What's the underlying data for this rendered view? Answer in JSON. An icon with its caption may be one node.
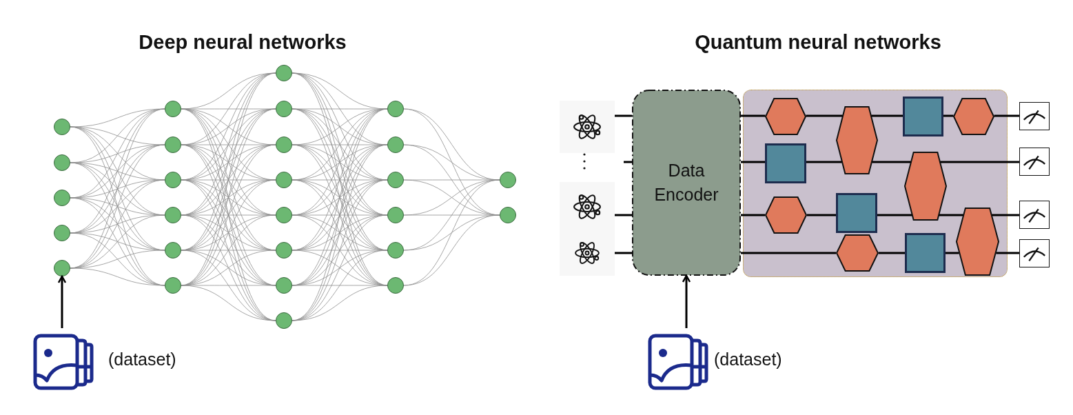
{
  "diagram": {
    "nodes": [
      {
        "text": [],
        "shape": "picture",
        "beside": [
          "(dataset)"
        ]
      },
      {
        "text": [],
        "shape": "circle"
      },
      {
        "text": [],
        "shape": "circle"
      },
      {
        "text": [],
        "shape": "circle"
      },
      {
        "text": [],
        "shape": "circle"
      },
      {
        "text": [],
        "shape": "circle"
      },
      {
        "text": [],
        "shape": "circle"
      },
      {
        "text": [],
        "shape": "circle"
      },
      {
        "text": [],
        "shape": "circle"
      },
      {
        "text": [],
        "shape": "circle"
      },
      {
        "text": [],
        "shape": "circle"
      },
      {
        "text": [],
        "shape": "circle"
      },
      {
        "text": [],
        "shape": "circle"
      },
      {
        "text": [],
        "shape": "circle"
      },
      {
        "text": [],
        "shape": "circle"
      },
      {
        "text": [],
        "shape": "circle"
      },
      {
        "text": [],
        "shape": "circle"
      },
      {
        "text": [],
        "shape": "circle"
      },
      {
        "text": [],
        "shape": "circle"
      },
      {
        "text": [],
        "shape": "circle"
      },
      {
        "text": [],
        "shape": "circle"
      },
      {
        "text": [],
        "shape": "circle"
      },
      {
        "text": [],
        "shape": "circle"
      },
      {
        "text": [],
        "shape": "circle"
      },
      {
        "text": [],
        "shape": "circle"
      },
      {
        "text": [],
        "shape": "circle"
      },
      {
        "text": [],
        "shape": "circle"
      },
      {
        "text": [],
        "shape": "circle"
      },
      {
        "text": [],
        "shape": "atom"
      },
      {
        "text": [],
        "shape": "atom"
      },
      {
        "text": [],
        "shape": "atom"
      },
      {
        "text": [
          "Data Encoder"
        ]
      },
      {
        "text": [],
        "shape": "box"
      },
      {
        "text": [],
        "shape": "hexagon",
        "in": 32
      },
      {
        "text": [],
        "shape": "box",
        "in": 32
      },
      {
        "text": [],
        "shape": "hexagon",
        "in": 32
      },
      {
        "text": [],
        "shape": "hexagon",
        "in": 32
      },
      {
        "text": [],
        "shape": "box",
        "in": 32
      },
      {
        "text": [],
        "shape": "hexagon",
        "in": 32
      },
      {
        "text": [],
        "shape": "box",
        "in": 32
      },
      {
        "text": [],
        "shape": "hexagon",
        "in": 32
      },
      {
        "text": [],
        "shape": "box",
        "in": 32
      },
      {
        "text": [],
        "shape": "hexagon",
        "in": 32
      },
      {
        "text": [],
        "shape": "hexagon",
        "in": 32
      },
      {
        "text": [],
        "shape": "meter"
      },
      {
        "text": [],
        "shape": "meter"
      },
      {
        "text": [],
        "shape": "meter"
      },
      {
        "text": [],
        "shape": "meter"
      },
      {
        "text": [],
        "shape": "picture",
        "beside": [
          "(dataset)"
        ]
      }
    ],
    "edges": [
      {
        "from": 0,
        "to": 5,
        "arrow": "to",
        "color": "#000000"
      },
      {
        "from": 48,
        "to": 31,
        "arrow": "to",
        "color": "#000000"
      },
      {
        "from": 28,
        "to": 31,
        "arrow": "none",
        "color": "#000000"
      },
      {
        "from": 31,
        "to": 33,
        "arrow": "none",
        "color": "#000000"
      },
      {
        "from": 33,
        "to": 36,
        "arrow": "none",
        "color": "#000000"
      },
      {
        "from": 36,
        "to": 39,
        "arrow": "none",
        "color": "#000000"
      },
      {
        "from": 39,
        "to": 42,
        "arrow": "none",
        "color": "#000000"
      },
      {
        "from": 42,
        "to": 44,
        "arrow": "none",
        "color": "#000000"
      },
      {
        "from": null,
        "to": 31,
        "arrow": "none",
        "color": "#000000"
      },
      {
        "from": 31,
        "to": 34,
        "arrow": "none",
        "color": "#000000"
      },
      {
        "from": 34,
        "to": 36,
        "arrow": "none",
        "color": "#000000"
      },
      {
        "from": 36,
        "to": 40,
        "arrow": "none",
        "color": "#000000"
      },
      {
        "from": 40,
        "to": 45,
        "arrow": "none",
        "color": "#000000"
      },
      {
        "from": 29,
        "to": 31,
        "arrow": "none",
        "color": "#000000"
      },
      {
        "from": 31,
        "to": 35,
        "arrow": "none",
        "color": "#000000"
      },
      {
        "from": 35,
        "to": 37,
        "arrow": "none",
        "color": "#000000"
      },
      {
        "from": 37,
        "to": 40,
        "arrow": "none",
        "color": "#000000"
      },
      {
        "from": 40,
        "to": 43,
        "arrow": "none",
        "color": "#000000"
      },
      {
        "from": 43,
        "to": 46,
        "arrow": "none",
        "color": "#000000"
      },
      {
        "from": 30,
        "to": 31,
        "arrow": "none",
        "color": "#000000"
      },
      {
        "from": 31,
        "to": 38,
        "arrow": "none",
        "color": "#000000"
      },
      {
        "from": 38,
        "to": 41,
        "arrow": "none",
        "color": "#000000"
      },
      {
        "from": 41,
        "to": 43,
        "arrow": "none",
        "color": "#000000"
      },
      {
        "from": 43,
        "to": 47,
        "arrow": "none",
        "color": "#000000"
      },
      {
        "from": 1,
        "to": 6,
        "arrow": "none"
      },
      {
        "from": 1,
        "to": 7,
        "arrow": "none"
      },
      {
        "from": 1,
        "to": 8,
        "arrow": "none"
      },
      {
        "from": 1,
        "to": 9,
        "arrow": "none"
      },
      {
        "from": 1,
        "to": 10,
        "arrow": "none"
      },
      {
        "from": 1,
        "to": 11,
        "arrow": "none"
      },
      {
        "from": 2,
        "to": 6,
        "arrow": "none"
      },
      {
        "from": 2,
        "to": 7,
        "arrow": "none"
      },
      {
        "from": 2,
        "to": 8,
        "arrow": "none"
      },
      {
        "from": 2,
        "to": 9,
        "arrow": "none"
      },
      {
        "from": 2,
        "to": 10,
        "arrow": "none"
      },
      {
        "from": 2,
        "to": 11,
        "arrow": "none"
      },
      {
        "from": 3,
        "to": 6,
        "arrow": "none"
      },
      {
        "from": 3,
        "to": 7,
        "arrow": "none"
      },
      {
        "from": 3,
        "to": 8,
        "arrow": "none"
      },
      {
        "from": 3,
        "to": 9,
        "arrow": "none"
      },
      {
        "from": 3,
        "to": 10,
        "arrow": "none"
      },
      {
        "from": 3,
        "to": 11,
        "arrow": "none"
      },
      {
        "from": 4,
        "to": 6,
        "arrow": "none"
      },
      {
        "from": 4,
        "to": 7,
        "arrow": "none"
      },
      {
        "from": 4,
        "to": 8,
        "arrow": "none"
      },
      {
        "from": 4,
        "to": 9,
        "arrow": "none"
      },
      {
        "from": 4,
        "to": 10,
        "arrow": "none"
      },
      {
        "from": 4,
        "to": 11,
        "arrow": "none"
      },
      {
        "from": 5,
        "to": 6,
        "arrow": "none"
      },
      {
        "from": 5,
        "to": 7,
        "arrow": "none"
      },
      {
        "from": 5,
        "to": 8,
        "arrow": "none"
      },
      {
        "from": 5,
        "to": 9,
        "arrow": "none"
      },
      {
        "from": 5,
        "to": 10,
        "arrow": "none"
      },
      {
        "from": 5,
        "to": 11,
        "arrow": "none"
      },
      {
        "from": 6,
        "to": 12,
        "arrow": "none"
      },
      {
        "from": 6,
        "to": 13,
        "arrow": "none"
      },
      {
        "from": 6,
        "to": 14,
        "arrow": "none"
      },
      {
        "from": 6,
        "to": 15,
        "arrow": "none"
      },
      {
        "from": 6,
        "to": 16,
        "arrow": "none"
      },
      {
        "from": 6,
        "to": 17,
        "arrow": "none"
      },
      {
        "from": 6,
        "to": 18,
        "arrow": "none"
      },
      {
        "from": 6,
        "to": 19,
        "arrow": "none"
      },
      {
        "from": 7,
        "to": 12,
        "arrow": "none"
      },
      {
        "from": 7,
        "to": 13,
        "arrow": "none"
      },
      {
        "from": 7,
        "to": 14,
        "arrow": "none"
      },
      {
        "from": 7,
        "to": 15,
        "arrow": "none"
      },
      {
        "from": 7,
        "to": 16,
        "arrow": "none"
      },
      {
        "from": 7,
        "to": 17,
        "arrow": "none"
      },
      {
        "from": 7,
        "to": 18,
        "arrow": "none"
      },
      {
        "from": 7,
        "to": 19,
        "arrow": "none"
      },
      {
        "from": 8,
        "to": 12,
        "arrow": "none"
      },
      {
        "from": 8,
        "to": 13,
        "arrow": "none"
      },
      {
        "from": 8,
        "to": 14,
        "arrow": "none"
      },
      {
        "from": 8,
        "to": 15,
        "arrow": "none"
      },
      {
        "from": 8,
        "to": 16,
        "arrow": "none"
      },
      {
        "from": 8,
        "to": 17,
        "arrow": "none"
      },
      {
        "from": 8,
        "to": 18,
        "arrow": "none"
      },
      {
        "from": 8,
        "to": 19,
        "arrow": "none"
      },
      {
        "from": 9,
        "to": 12,
        "arrow": "none"
      },
      {
        "from": 9,
        "to": 13,
        "arrow": "none"
      },
      {
        "from": 9,
        "to": 14,
        "arrow": "none"
      },
      {
        "from": 9,
        "to": 15,
        "arrow": "none"
      },
      {
        "from": 9,
        "to": 16,
        "arrow": "none"
      },
      {
        "from": 9,
        "to": 17,
        "arrow": "none"
      },
      {
        "from": 9,
        "to": 18,
        "arrow": "none"
      },
      {
        "from": 9,
        "to": 19,
        "arrow": "none"
      },
      {
        "from": 10,
        "to": 12,
        "arrow": "none"
      },
      {
        "from": 10,
        "to": 13,
        "arrow": "none"
      },
      {
        "from": 10,
        "to": 14,
        "arrow": "none"
      },
      {
        "from": 10,
        "to": 15,
        "arrow": "none"
      },
      {
        "from": 10,
        "to": 16,
        "arrow": "none"
      },
      {
        "from": 10,
        "to": 17,
        "arrow": "none"
      },
      {
        "from": 10,
        "to": 18,
        "arrow": "none"
      },
      {
        "from": 10,
        "to": 19,
        "arrow": "none"
      },
      {
        "from": 11,
        "to": 12,
        "arrow": "none"
      },
      {
        "from": 11,
        "to": 13,
        "arrow": "none"
      },
      {
        "from": 11,
        "to": 14,
        "arrow": "none"
      },
      {
        "from": 11,
        "to": 15,
        "arrow": "none"
      },
      {
        "from": 11,
        "to": 16,
        "arrow": "none"
      },
      {
        "from": 11,
        "to": 17,
        "arrow": "none"
      },
      {
        "from": 11,
        "to": 18,
        "arrow": "none"
      },
      {
        "from": 11,
        "to": 19,
        "arrow": "none"
      },
      {
        "from": 12,
        "to": 20,
        "arrow": "none"
      },
      {
        "from": 12,
        "to": 21,
        "arrow": "none"
      },
      {
        "from": 12,
        "to": 22,
        "arrow": "none"
      },
      {
        "from": 12,
        "to": 23,
        "arrow": "none"
      },
      {
        "from": 12,
        "to": 24,
        "arrow": "none"
      },
      {
        "from": 12,
        "to": 25,
        "arrow": "none"
      },
      {
        "from": 13,
        "to": 20,
        "arrow": "none"
      },
      {
        "from": 13,
        "to": 21,
        "arrow": "none"
      },
      {
        "from": 13,
        "to": 22,
        "arrow": "none"
      },
      {
        "from": 13,
        "to": 23,
        "arrow": "none"
      },
      {
        "from": 13,
        "to": 24,
        "arrow": "none"
      },
      {
        "from": 13,
        "to": 25,
        "arrow": "none"
      },
      {
        "from": 14,
        "to": 20,
        "arrow": "none"
      },
      {
        "from": 14,
        "to": 21,
        "arrow": "none"
      },
      {
        "from": 14,
        "to": 22,
        "arrow": "none"
      },
      {
        "from": 14,
        "to": 23,
        "arrow": "none"
      },
      {
        "from": 14,
        "to": 24,
        "arrow": "none"
      },
      {
        "from": 14,
        "to": 25,
        "arrow": "none"
      },
      {
        "from": 15,
        "to": 20,
        "arrow": "none"
      },
      {
        "from": 15,
        "to": 21,
        "arrow": "none"
      },
      {
        "from": 15,
        "to": 22,
        "arrow": "none"
      },
      {
        "from": 15,
        "to": 23,
        "arrow": "none"
      },
      {
        "from": 15,
        "to": 24,
        "arrow": "none"
      },
      {
        "from": 15,
        "to": 25,
        "arrow": "none"
      },
      {
        "from": 16,
        "to": 20,
        "arrow": "none"
      },
      {
        "from": 16,
        "to": 21,
        "arrow": "none"
      },
      {
        "from": 16,
        "to": 22,
        "arrow": "none"
      },
      {
        "from": 16,
        "to": 23,
        "arrow": "none"
      },
      {
        "from": 16,
        "to": 24,
        "arrow": "none"
      },
      {
        "from": 16,
        "to": 25,
        "arrow": "none"
      },
      {
        "from": 17,
        "to": 20,
        "arrow": "none"
      },
      {
        "from": 17,
        "to": 21,
        "arrow": "none"
      },
      {
        "from": 17,
        "to": 22,
        "arrow": "none"
      },
      {
        "from": 17,
        "to": 23,
        "arrow": "none"
      },
      {
        "from": 17,
        "to": 24,
        "arrow": "none"
      },
      {
        "from": 17,
        "to": 25,
        "arrow": "none"
      },
      {
        "from": 18,
        "to": 20,
        "arrow": "none"
      },
      {
        "from": 18,
        "to": 21,
        "arrow": "none"
      },
      {
        "from": 18,
        "to": 22,
        "arrow": "none"
      },
      {
        "from": 18,
        "to": 23,
        "arrow": "none"
      },
      {
        "from": 18,
        "to": 24,
        "arrow": "none"
      },
      {
        "from": 18,
        "to": 25,
        "arrow": "none"
      },
      {
        "from": 19,
        "to": 20,
        "arrow": "none"
      },
      {
        "from": 19,
        "to": 21,
        "arrow": "none"
      },
      {
        "from": 19,
        "to": 22,
        "arrow": "none"
      },
      {
        "from": 19,
        "to": 23,
        "arrow": "none"
      },
      {
        "from": 19,
        "to": 24,
        "arrow": "none"
      },
      {
        "from": 19,
        "to": 25,
        "arrow": "none"
      },
      {
        "from": 20,
        "to": 26,
        "arrow": "none"
      },
      {
        "from": 20,
        "to": 27,
        "arrow": "none"
      },
      {
        "from": 21,
        "to": 26,
        "arrow": "none"
      },
      {
        "from": 21,
        "to": 27,
        "arrow": "none"
      },
      {
        "from": 22,
        "to": 26,
        "arrow": "none"
      },
      {
        "from": 22,
        "to": 27,
        "arrow": "none"
      },
      {
        "from": 23,
        "to": 26,
        "arrow": "none"
      },
      {
        "from": 23,
        "to": 27,
        "arrow": "none"
      },
      {
        "from": 24,
        "to": 26,
        "arrow": "none"
      },
      {
        "from": 24,
        "to": 27,
        "arrow": "none"
      },
      {
        "from": 25,
        "to": 26,
        "arrow": "none"
      },
      {
        "from": 25,
        "to": 27,
        "arrow": "none"
      }
    ],
    "labels": [
      "Deep neural networks",
      "Quantum neural networks"
    ]
  }
}
